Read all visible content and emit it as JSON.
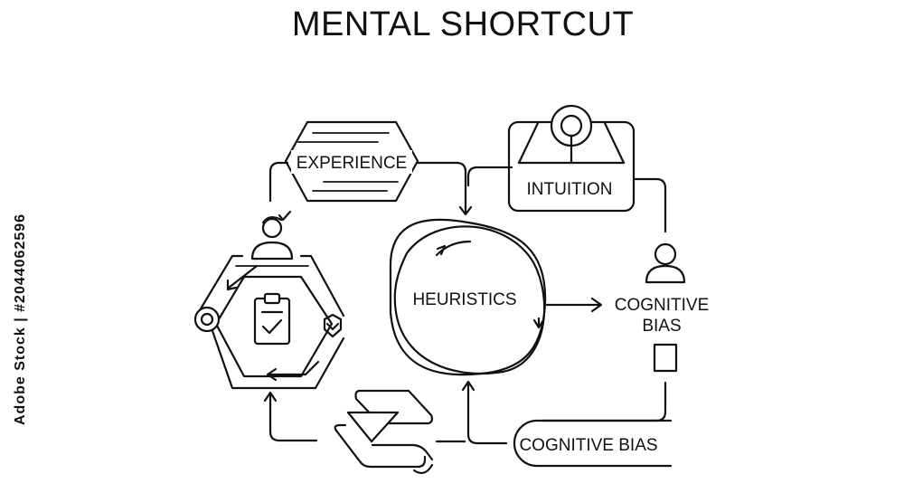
{
  "title": "MENTAL SHORTCUT",
  "nodes": {
    "experience": "EXPERIENCE",
    "intuition": "INTUITION",
    "heuristics": "HEURISTICS",
    "cognitive_bias_right_line1": "COGNITIVE",
    "cognitive_bias_right_line2": "BIAS",
    "cognitive_bias_bottom": "COGNITIVE BIAS"
  },
  "watermark": {
    "side_text": "Adobe Stock | #2044062596"
  },
  "colors": {
    "stroke": "#111111",
    "background": "#ffffff"
  }
}
